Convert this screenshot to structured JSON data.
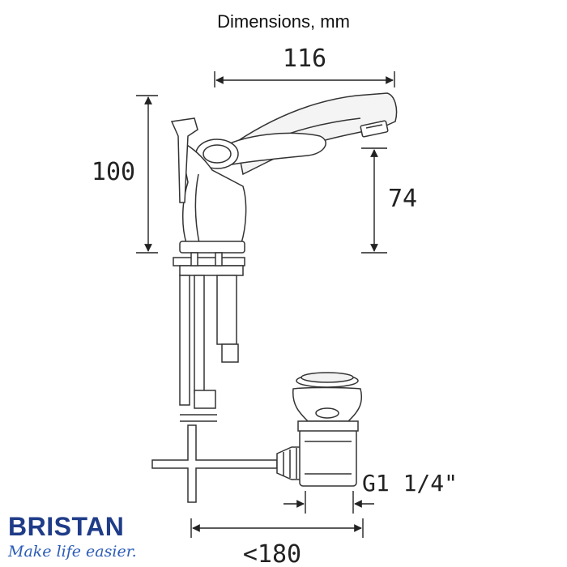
{
  "title": "Dimensions, mm",
  "dimensions": {
    "width": "116",
    "height": "100",
    "spout_height": "74",
    "thread": "G1 1/4\"",
    "pipe": "<180"
  },
  "brand": {
    "name": "BRISTAN",
    "tagline": "Make life easier."
  }
}
